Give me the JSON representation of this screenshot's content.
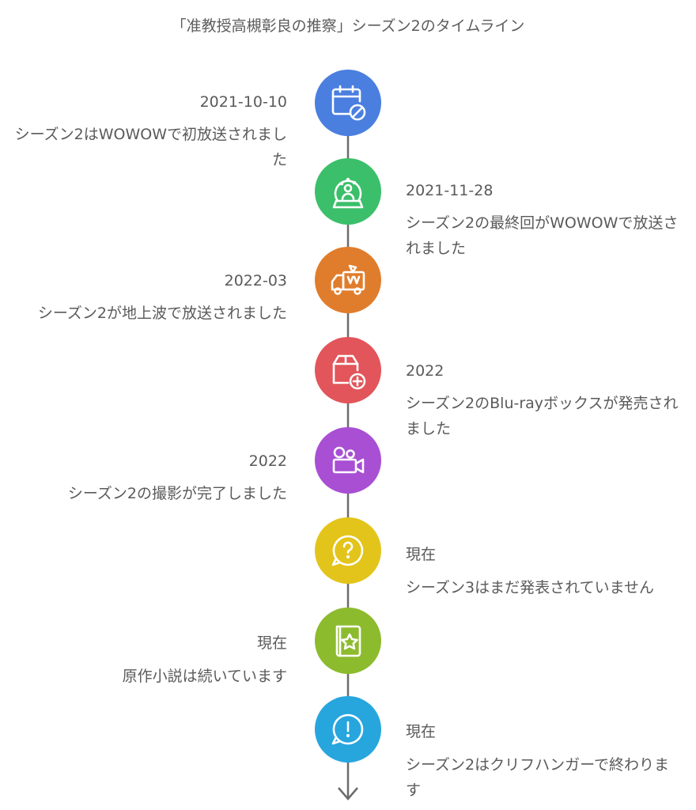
{
  "title": "「准教授高槻彰良の推察」シーズン2のタイムライン",
  "events": [
    {
      "date": "2021-10-10",
      "description": "シーズン2はWOWOWで初放送されました",
      "icon": "calendar-cancel-icon",
      "color": "#4a7fe0"
    },
    {
      "date": "2021-11-28",
      "description": "シーズン2の最終回がWOWOWで放送されました",
      "icon": "snow-globe-icon",
      "color": "#3bbf6a"
    },
    {
      "date": "2022-03",
      "description": "シーズン2が地上波で放送されました",
      "icon": "tv-van-icon",
      "color": "#e07d2c"
    },
    {
      "date": "2022",
      "description": "シーズン2のBlu-rayボックスが発売されました",
      "icon": "box-add-icon",
      "color": "#e2555a"
    },
    {
      "date": "2022",
      "description": "シーズン2の撮影が完了しました",
      "icon": "video-camera-icon",
      "color": "#a84fd4"
    },
    {
      "date": "現在",
      "description": "シーズン3はまだ発表されていません",
      "icon": "question-bubble-icon",
      "color": "#e3c41b"
    },
    {
      "date": "現在",
      "description": "原作小説は続いています",
      "icon": "star-book-icon",
      "color": "#8dbb2e"
    },
    {
      "date": "現在",
      "description": "シーズン2はクリフハンガーで終わります",
      "icon": "exclamation-bubble-icon",
      "color": "#27a6de"
    }
  ]
}
